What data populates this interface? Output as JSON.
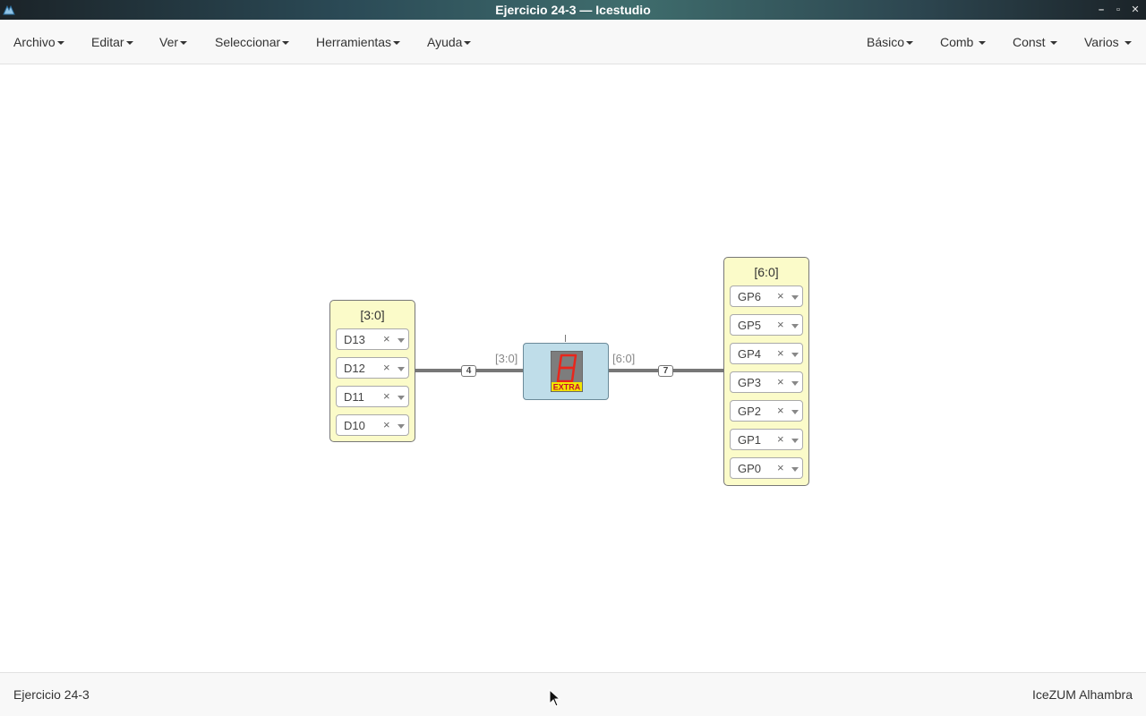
{
  "window": {
    "title": "Ejercicio 24-3 — Icestudio"
  },
  "menu": {
    "left": [
      {
        "label": "Archivo"
      },
      {
        "label": "Editar"
      },
      {
        "label": "Ver"
      },
      {
        "label": "Seleccionar"
      },
      {
        "label": "Herramientas"
      },
      {
        "label": "Ayuda"
      }
    ],
    "right": [
      {
        "label": "Básico"
      },
      {
        "label": "Comb"
      },
      {
        "label": "Const"
      },
      {
        "label": "Varios"
      }
    ]
  },
  "canvas": {
    "input_block": {
      "range": "[3:0]",
      "pins": [
        {
          "label": "D13"
        },
        {
          "label": "D12"
        },
        {
          "label": "D11"
        },
        {
          "label": "D10"
        }
      ]
    },
    "output_block": {
      "range": "[6:0]",
      "pins": [
        {
          "label": "GP6"
        },
        {
          "label": "GP5"
        },
        {
          "label": "GP4"
        },
        {
          "label": "GP3"
        },
        {
          "label": "GP2"
        },
        {
          "label": "GP1"
        },
        {
          "label": "GP0"
        }
      ]
    },
    "module": {
      "input_port": "[3:0]",
      "output_port": "[6:0]",
      "badge": "EXTRA"
    },
    "wires": {
      "left_width": "4",
      "right_width": "7"
    },
    "pin_clear_glyph": "×"
  },
  "status": {
    "project": "Ejercicio 24-3",
    "board": "IceZUM Alhambra"
  },
  "colors": {
    "block_fill": "#fbfbc9",
    "module_fill": "#bfdde9",
    "segment_red": "#e8261c",
    "badge_yellow": "#f2e500"
  }
}
